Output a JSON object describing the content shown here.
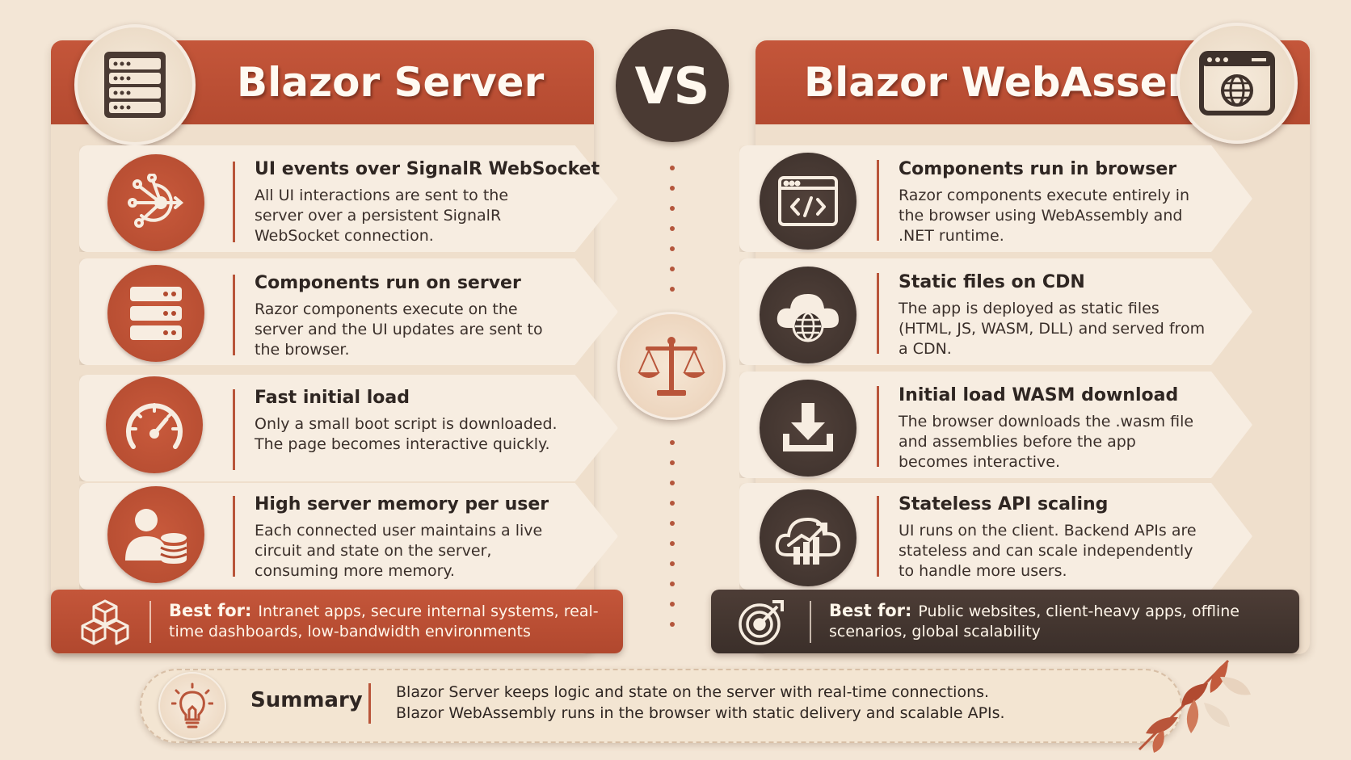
{
  "left": {
    "title": "Blazor Server",
    "header_icon": "server-rack-icon",
    "cards": [
      {
        "icon": "network-nodes-icon",
        "title": "UI events over SignalR WebSocket",
        "description": "All UI interactions are sent to the server over a persistent SignalR WebSocket connection."
      },
      {
        "icon": "server-stack-icon",
        "title": "Components run on server",
        "description": "Razor components execute on the server and the UI updates are sent to the browser."
      },
      {
        "icon": "speedometer-icon",
        "title": "Fast initial load",
        "description": "Only a small boot script is downloaded. The page becomes interactive quickly."
      },
      {
        "icon": "user-database-icon",
        "title": "High server memory per user",
        "description": "Each connected user maintains a live circuit and state on the server, consuming more memory."
      }
    ],
    "best_for": {
      "label": "Best for:",
      "text": "Intranet apps, secure internal systems, real-time dashboards, low-bandwidth environments",
      "icon": "cubes-icon"
    }
  },
  "vs_label": "VS",
  "center_icon": "balance-scale-icon",
  "right": {
    "title": "Blazor WebAssembly",
    "header_icon": "browser-globe-icon",
    "cards": [
      {
        "icon": "code-window-icon",
        "title": "Components run in browser",
        "description": "Razor components execute entirely in the browser using WebAssembly and .NET runtime."
      },
      {
        "icon": "cloud-globe-icon",
        "title": "Static files on CDN",
        "description": "The app is deployed as static files (HTML, JS, WASM, DLL) and served from a CDN."
      },
      {
        "icon": "download-icon",
        "title": "Initial load WASM download",
        "description": "The browser downloads the .wasm file and assemblies before the app becomes interactive."
      },
      {
        "icon": "cloud-chart-icon",
        "title": "Stateless API scaling",
        "description": "UI runs on the client. Backend APIs are stateless and can scale independently to handle more users."
      }
    ],
    "best_for": {
      "label": "Best for:",
      "text": "Public websites, client-heavy apps, offline scenarios, global scalability",
      "icon": "target-icon"
    }
  },
  "summary": {
    "title": "Summary",
    "icon": "lightbulb-icon",
    "line1": "Blazor Server keeps logic and state on the server with real-time connections.",
    "line2": "Blazor WebAssembly runs in the browser with static delivery and scalable APIs."
  },
  "colors": {
    "accent": "#b9553a",
    "dark": "#3f322c",
    "background": "#f3e6d6"
  }
}
